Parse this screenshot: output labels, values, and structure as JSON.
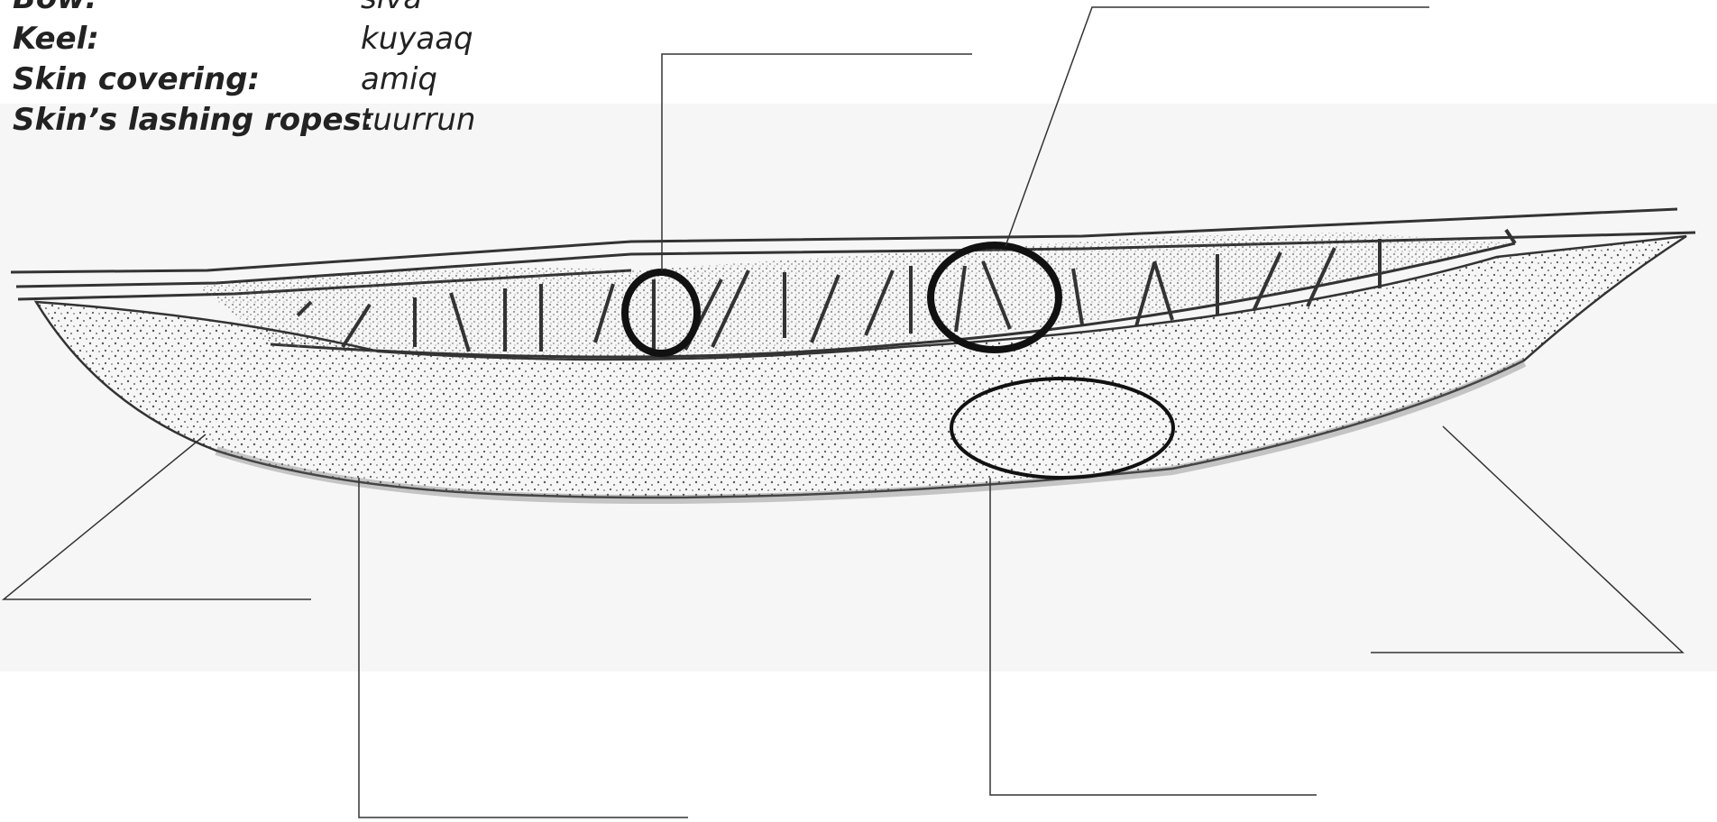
{
  "terms": [
    {
      "label": "Bow:",
      "value": "siva"
    },
    {
      "label": "Keel:",
      "value": "kuyaaq"
    },
    {
      "label": "Skin covering:",
      "value": "amiq"
    },
    {
      "label": "Skin’s lashing ropes:",
      "value": "tuurrun"
    }
  ],
  "colors": {
    "ink": "#222222",
    "line": "#333333",
    "background_tint": "#f4f4f4"
  },
  "annotation_blanks": 6,
  "highlight_circles": 3
}
